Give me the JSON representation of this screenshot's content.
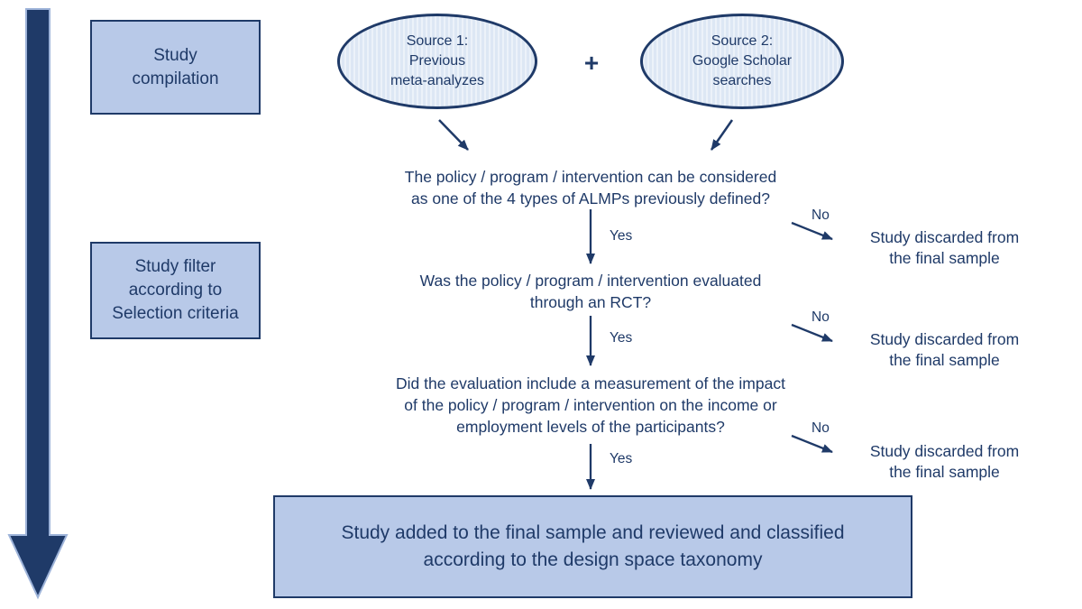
{
  "left_rail": {
    "compilation_label": "Study\ncompilation",
    "filter_label": "Study filter\naccording to\nSelection criteria"
  },
  "sources": {
    "source1_label": "Source 1:\nPrevious\nmeta-analyzes",
    "plus": "+",
    "source2_label": "Source 2:\nGoogle Scholar\nsearches"
  },
  "questions": [
    {
      "text": "The policy / program / intervention can be considered\nas one of the 4 types of ALMPs previously defined?",
      "yes_label": "Yes",
      "no_label": "No",
      "discard_text": "Study discarded from\nthe final sample"
    },
    {
      "text": "Was the policy / program / intervention evaluated\nthrough an RCT?",
      "yes_label": "Yes",
      "no_label": "No",
      "discard_text": "Study discarded from\nthe final sample"
    },
    {
      "text": "Did the evaluation include a measurement of the impact\nof the policy / program / intervention on the income or\nemployment levels of the participants?",
      "yes_label": "Yes",
      "no_label": "No",
      "discard_text": "Study discarded from\nthe final sample"
    }
  ],
  "final_box_text": "Study added to the final sample and reviewed and classified\naccording to the design space taxonomy",
  "colors": {
    "navy": "#1f3a68",
    "box_fill": "#b8c9e8",
    "ellipse_fill": "#dde7f4"
  }
}
